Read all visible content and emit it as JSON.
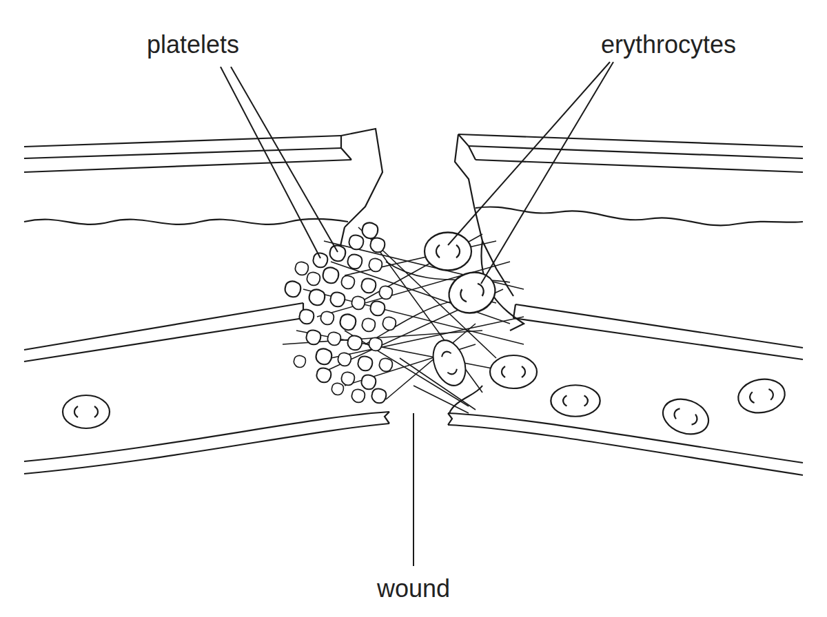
{
  "diagram": {
    "labels": [
      "platelets",
      "erythrocytes",
      "wound"
    ]
  }
}
